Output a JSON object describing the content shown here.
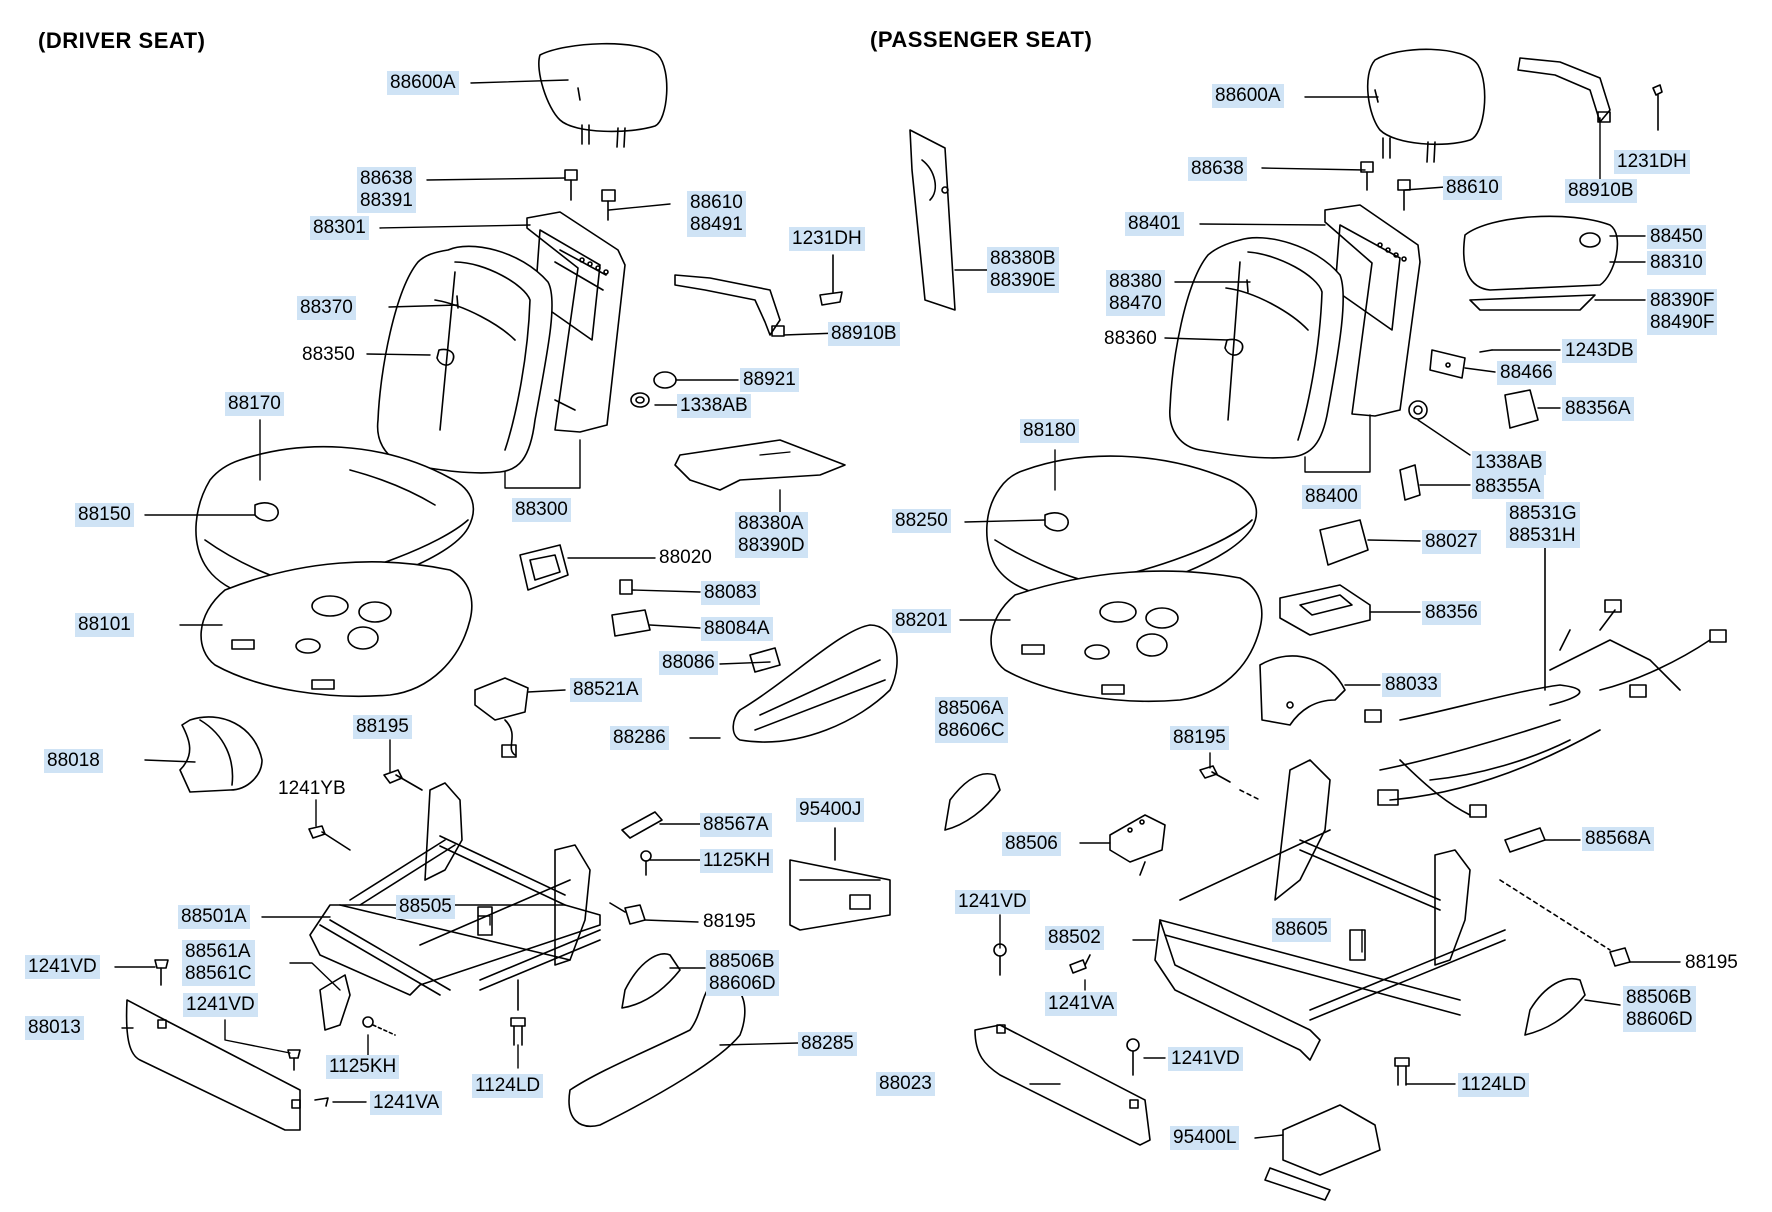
{
  "titles": {
    "driver": "(DRIVER  SEAT)",
    "passenger": "(PASSENGER SEAT)"
  },
  "labels": {
    "d_88600A": "88600A",
    "d_88638": "88638",
    "d_88391": "88391",
    "d_88610": "88610",
    "d_88491": "88491",
    "d_88301": "88301",
    "d_88370": "88370",
    "d_88350": "88350",
    "d_88170": "88170",
    "d_88150": "88150",
    "d_88300": "88300",
    "d_88101": "88101",
    "d_88018": "88018",
    "d_88195a": "88195",
    "d_1241YB": "1241YB",
    "d_88501A": "88501A",
    "d_88505": "88505",
    "d_88561A": "88561A",
    "d_88561C": "88561C",
    "d_1241VDa": "1241VD",
    "d_88013": "88013",
    "d_1241VDb": "1241VD",
    "d_1125KHa": "1125KH",
    "d_1241VA": "1241VA",
    "d_1124LD": "1124LD",
    "d_88285": "88285",
    "d_88506B": "88506B",
    "d_88606D": "88606D",
    "d_88195b": "88195",
    "d_1125KHb": "1125KH",
    "d_88567A": "88567A",
    "d_95400J": "95400J",
    "d_88286": "88286",
    "d_88521A": "88521A",
    "d_88086": "88086",
    "d_88084A": "88084A",
    "d_88083": "88083",
    "d_88020": "88020",
    "d_88380A": "88380A",
    "d_88390D": "88390D",
    "d_1338AB": "1338AB",
    "d_88921": "88921",
    "d_88910B": "88910B",
    "d_1231DH": "1231DH",
    "c_88380B": "88380B",
    "c_88390E": "88390E",
    "p_88600A": "88600A",
    "p_88638": "88638",
    "p_88610": "88610",
    "p_88401": "88401",
    "p_88380": "88380",
    "p_88470": "88470",
    "p_88360": "88360",
    "p_88180": "88180",
    "p_88250": "88250",
    "p_88400": "88400",
    "p_88201": "88201",
    "p_88506A": "88506A",
    "p_88606C": "88606C",
    "p_88195a": "88195",
    "p_88506": "88506",
    "p_1241VDa": "1241VD",
    "p_88502": "88502",
    "p_1241VA": "1241VA",
    "p_1241VDb": "1241VD",
    "p_88023": "88023",
    "p_95400L": "95400L",
    "p_88605": "88605",
    "p_1124LD": "1124LD",
    "p_88506B": "88506B",
    "p_88606D": "88606D",
    "p_88195b": "88195",
    "p_88568A": "88568A",
    "p_88033": "88033",
    "p_88356": "88356",
    "p_88027": "88027",
    "p_88531G": "88531G",
    "p_88531H": "88531H",
    "p_1338AB": "1338AB",
    "p_88355A": "88355A",
    "p_88356A": "88356A",
    "p_88466": "88466",
    "p_1243DB": "1243DB",
    "p_88390F": "88390F",
    "p_88490F": "88490F",
    "p_88310": "88310",
    "p_88450": "88450",
    "p_88910B": "88910B",
    "p_1231DH": "1231DH"
  },
  "colors": {
    "label_bg": "#cfe3f5",
    "line": "#000000"
  }
}
